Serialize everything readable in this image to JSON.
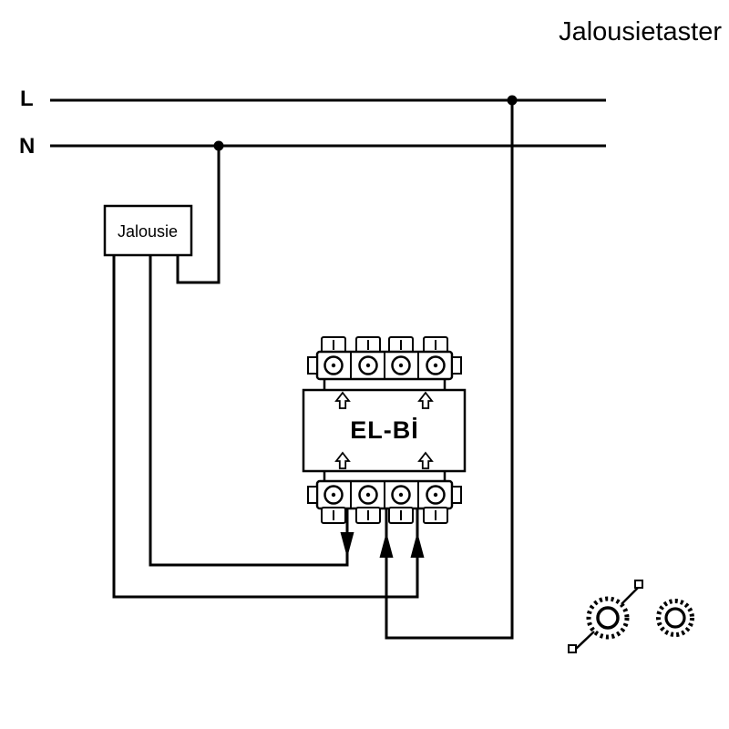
{
  "page": {
    "title": "Jalousietaster",
    "background_color": "#ffffff",
    "ink_color": "#000000"
  },
  "diagram": {
    "type": "wiring-diagram",
    "power_lines": {
      "live_label": "L",
      "neutral_label": "N"
    },
    "load_box_label": "Jalousie",
    "device_label": "EL-Bİ",
    "symbols": [
      "shutter-motor-box",
      "switch-mechanism-with-terminals",
      "wire-direction-arrows",
      "rotary-knob-symbol",
      "lever-with-square-ends-symbol"
    ]
  }
}
